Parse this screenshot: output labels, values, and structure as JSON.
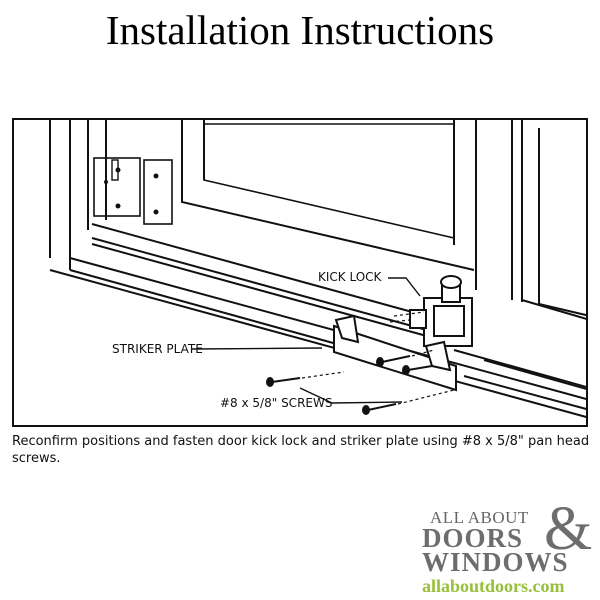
{
  "title": "Installation Instructions",
  "diagram": {
    "labels": {
      "kick_lock": "KICK LOCK",
      "striker_plate": "STRIKER PLATE",
      "screws": "#8 x 5/8\" SCREWS"
    }
  },
  "caption": "Reconfirm positions and fasten door kick lock and striker plate using #8 x 5/8\" pan head screws.",
  "logo": {
    "line1": "ALL ABOUT",
    "line2": "DOORS",
    "line3": "WINDOWS",
    "ampersand": "&",
    "url": "allaboutdoors.com",
    "colors": {
      "text": "#6d6d6d",
      "url": "#98bf3a"
    }
  }
}
